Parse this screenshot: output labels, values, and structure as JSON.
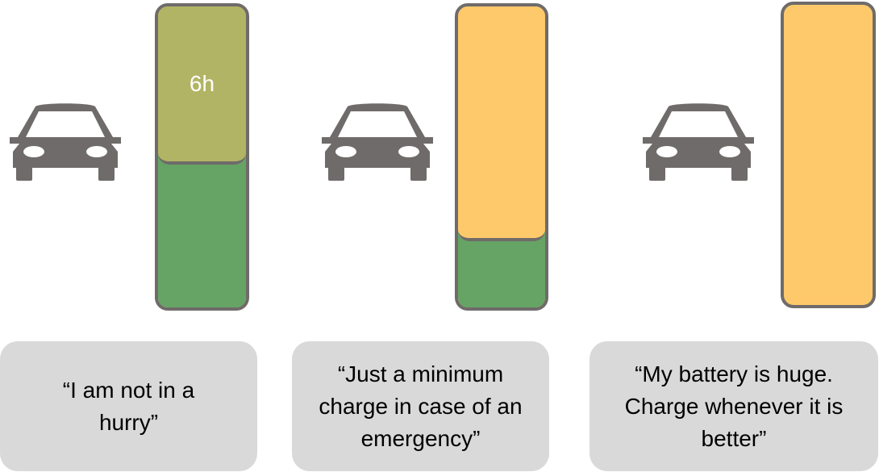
{
  "scenarios": [
    {
      "battery": {
        "top_label": "6h",
        "top_color": "#b2b465",
        "bottom_color": "#66a465"
      },
      "quote": "“I am not in a hurry”"
    },
    {
      "battery": {
        "top_label": "",
        "top_color": "#fec96a",
        "bottom_color": "#66a465"
      },
      "quote": "“Just a minimum charge in case of an emergency”"
    },
    {
      "battery": {
        "top_label": "",
        "top_color": "#fec96a",
        "bottom_color": null
      },
      "quote": "“My battery is huge. Charge whenever it is better”"
    }
  ],
  "colors": {
    "car": "#6f6b6a",
    "outline": "#6f6b6a",
    "quote_bg": "#d9d9d9"
  },
  "icons": [
    "car-icon",
    "car-icon",
    "car-icon"
  ]
}
